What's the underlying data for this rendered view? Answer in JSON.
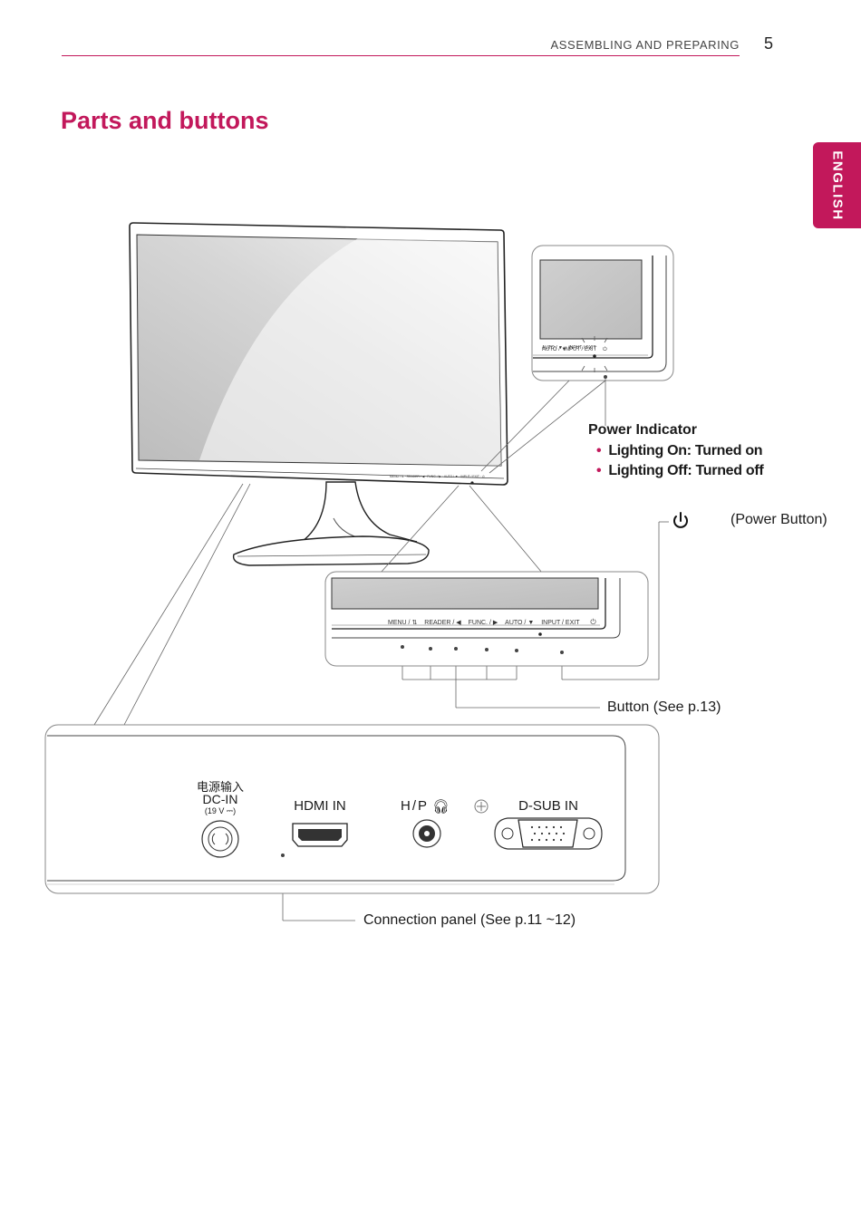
{
  "header": {
    "section": "ASSEMBLING AND PREPARING",
    "page_number": "5"
  },
  "language_tab": "ENGLISH",
  "title": "Parts and buttons",
  "power_indicator": {
    "heading": "Power Indicator",
    "items": [
      "Lighting On: Turned on",
      "Lighting Off: Turned off"
    ]
  },
  "power_button_label": "(Power Button)",
  "button_callout": "Button (See p.13)",
  "connection_callout": "Connection panel (See p.11 ~12)",
  "front_buttons": [
    "MENU / ⇅",
    "READER / ◀",
    "FUNC. / ▶",
    "AUTO / ▼",
    "INPUT / EXIT"
  ],
  "inset_buttons": [
    "AUTO / ▼",
    "INPUT / EXIT"
  ],
  "ports": {
    "dc_in_chinese": "电源输入",
    "dc_in": "DC-IN",
    "dc_in_rating": "(19 V ⎓)",
    "hdmi": "HDMI IN",
    "headphone": "H/P",
    "dsub": "D-SUB IN"
  },
  "colors": {
    "accent": "#c2185b"
  },
  "icons": [
    "power-icon",
    "headphone-icon",
    "ground-icon",
    "bullet-icon"
  ]
}
